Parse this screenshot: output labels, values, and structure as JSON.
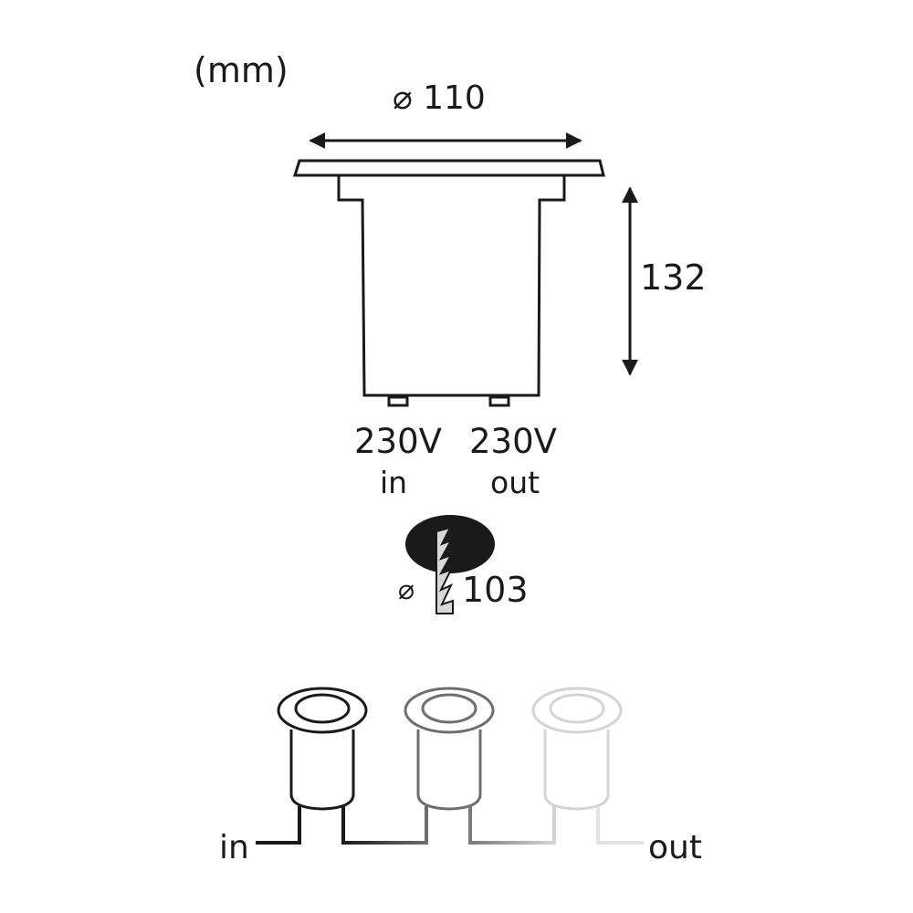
{
  "diagram": {
    "unit_label": "(mm)",
    "diameter_top": "⌀ 110",
    "height": "132",
    "connector_in_voltage": "230V",
    "connector_in_label": "in",
    "connector_out_voltage": "230V",
    "connector_out_label": "out",
    "cutout_symbol": "⌀",
    "cutout_diameter": "103",
    "chain": {
      "in_label": "in",
      "out_label": "out",
      "lights": [
        {
          "name": "light-1",
          "color": "#1a1a1a"
        },
        {
          "name": "light-2",
          "color": "#6e6e6e"
        },
        {
          "name": "light-3",
          "color": "#d4d4d4"
        }
      ]
    }
  }
}
